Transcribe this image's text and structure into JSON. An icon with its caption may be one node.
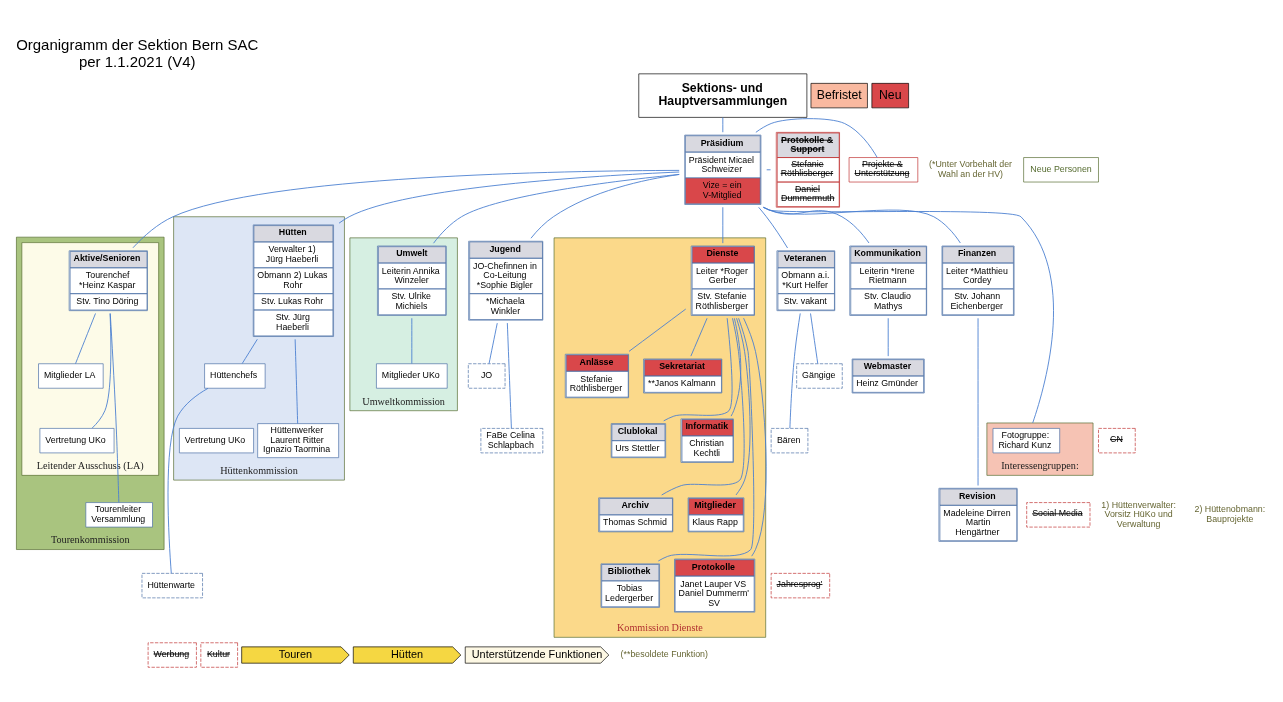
{
  "diagram": {
    "title": "Organigramm der Sektion Bern SAC per 1.1.2021 (V4)",
    "nodes": [
      {
        "text": [
          "Sektions- und Hauptversammlungen"
        ]
      },
      {
        "text": [
          "Präsidium",
          "Präsident Micael Schweizer",
          "Vize = ein V-Mitglied"
        ]
      },
      {
        "text": [
          "Protokolle & Support",
          "Stefanie Röthlisberger",
          "Daniel Dummermuth"
        ]
      },
      {
        "text": [
          "Projekte & Unterstützung"
        ]
      },
      {
        "text": [
          "Jugend",
          "JO-Chefinnen in Co-Leitung *Sophie Bigler",
          "*Michaela Winkler"
        ]
      },
      {
        "text": [
          "JO"
        ]
      },
      {
        "text": [
          "FaBe Celina Schlapbach"
        ]
      },
      {
        "text": [
          "Veteranen",
          "Obmann a.i. *Kurt Helfer",
          "Stv. vakant"
        ]
      },
      {
        "text": [
          "Gängige"
        ]
      },
      {
        "text": [
          "Bären"
        ]
      },
      {
        "text": [
          "Tourenkommission"
        ]
      },
      {
        "text": [
          "Leitender Ausschuss (LA)"
        ],
        "in": 10
      },
      {
        "text": [
          "Aktive/Senioren",
          "Tourenchef *Heinz Kaspar",
          "Stv. Tino Döring"
        ],
        "in": 11
      },
      {
        "text": [
          "Mitglieder LA"
        ],
        "in": 11
      },
      {
        "text": [
          "Vertretung UKo"
        ],
        "in": 11
      },
      {
        "text": [
          "Tourenleiter Versammlung"
        ],
        "in": 10
      },
      {
        "text": [
          "Hüttenkommission"
        ]
      },
      {
        "text": [
          "Hütten",
          "Verwalter 1) Jürg Haeberli",
          "Obmann 2) Lukas Rohr",
          "Stv. Lukas Rohr",
          "Stv. Jürg Haeberli"
        ],
        "in": 16
      },
      {
        "text": [
          "Hüttenchefs"
        ],
        "in": 16
      },
      {
        "text": [
          "Hüttenwerker Laurent Ritter Ignazio Taormina"
        ],
        "in": 16
      },
      {
        "text": [
          "Vertretung UKo"
        ],
        "in": 16
      },
      {
        "text": [
          "Hüttenwarte"
        ]
      },
      {
        "text": [
          "Umweltkommission"
        ]
      },
      {
        "text": [
          "Umwelt",
          "Leiterin Annika Winzeler",
          "Stv. Ulrike Michiels"
        ],
        "in": 22
      },
      {
        "text": [
          "Mitglieder UKo"
        ],
        "in": 22
      },
      {
        "text": [
          "Kommunikation",
          "Leiterin *Irene Rietmann",
          "Stv. Claudio Mathys"
        ]
      },
      {
        "text": [
          "Webmaster",
          "Heinz Gmünder"
        ]
      },
      {
        "text": [
          "CN"
        ]
      },
      {
        "text": [
          "Social Media"
        ]
      },
      {
        "text": [
          "Jahresprog'"
        ]
      },
      {
        "text": [
          "Werbung"
        ]
      },
      {
        "text": [
          "Kultur"
        ]
      },
      {
        "text": [
          "Finanzen",
          "Leiter *Matthieu Cordey",
          "Stv. Johann Eichenberger"
        ]
      },
      {
        "text": [
          "Revision",
          "Madeleine Dirren Martin Hengärtner"
        ]
      },
      {
        "text": [
          "Kommission Dienste"
        ]
      },
      {
        "text": [
          "Dienste",
          "Leiter *Roger Gerber",
          "Stv. Stefanie Röthlisberger"
        ],
        "in": 34
      },
      {
        "text": [
          "Anlässe",
          "Stefanie Röthlisberger"
        ],
        "in": 34
      },
      {
        "text": [
          "Sekretariat",
          "**Janos Kalmann"
        ],
        "in": 34
      },
      {
        "text": [
          "Clublokal",
          "Urs Stettler"
        ],
        "in": 34
      },
      {
        "text": [
          "Informatik",
          "Christian Kechtli"
        ],
        "in": 34
      },
      {
        "text": [
          "Archiv",
          "Thomas Schmid"
        ],
        "in": 34
      },
      {
        "text": [
          "Mitglieder",
          "Klaus Rapp"
        ],
        "in": 34
      },
      {
        "text": [
          "Bibliothek",
          "Tobias Ledergerber"
        ],
        "in": 34
      },
      {
        "text": [
          "Protokolle",
          "Janet Lauper VS Daniel Dummerm' SV"
        ],
        "in": 34
      },
      {
        "text": [
          "Interessengruppen:"
        ]
      },
      {
        "text": [
          "Fotogruppe: Richard Kunz"
        ],
        "in": 44
      },
      {
        "text": [
          "Touren"
        ]
      },
      {
        "text": [
          "Hütten"
        ]
      },
      {
        "text": [
          "Unterstützende Funktionen"
        ]
      }
    ],
    "edges": [
      {
        "from": 0,
        "to": 1,
        "arrow": "none"
      },
      {
        "from": 1,
        "to": 2,
        "arrow": "none"
      },
      {
        "from": 1,
        "to": 3,
        "arrow": "none"
      },
      {
        "from": 1,
        "to": 4,
        "arrow": "none"
      },
      {
        "from": 1,
        "to": 7,
        "arrow": "none"
      },
      {
        "from": 1,
        "to": 12,
        "arrow": "none"
      },
      {
        "from": 1,
        "to": 17,
        "arrow": "none"
      },
      {
        "from": 1,
        "to": 23,
        "arrow": "none"
      },
      {
        "from": 1,
        "to": 25,
        "arrow": "none"
      },
      {
        "from": 1,
        "to": 32,
        "arrow": "none"
      },
      {
        "from": 1,
        "to": 35,
        "arrow": "none"
      },
      {
        "from": 1,
        "to": 44,
        "arrow": "none"
      },
      {
        "from": 4,
        "to": 5,
        "arrow": "none"
      },
      {
        "from": 4,
        "to": 6,
        "arrow": "none"
      },
      {
        "from": 7,
        "to": 8,
        "arrow": "none"
      },
      {
        "from": 7,
        "to": 9,
        "arrow": "none"
      },
      {
        "from": 12,
        "to": 13,
        "arrow": "none"
      },
      {
        "from": 12,
        "to": 14,
        "arrow": "none"
      },
      {
        "from": 12,
        "to": 15,
        "arrow": "none"
      },
      {
        "from": 17,
        "to": 18,
        "arrow": "none"
      },
      {
        "from": 17,
        "to": 19,
        "arrow": "none"
      },
      {
        "from": 18,
        "to": 21,
        "arrow": "none"
      },
      {
        "from": 23,
        "to": 24,
        "arrow": "none"
      },
      {
        "from": 25,
        "to": 26,
        "arrow": "none"
      },
      {
        "from": 32,
        "to": 33,
        "arrow": "none"
      },
      {
        "from": 35,
        "to": 36,
        "arrow": "none"
      },
      {
        "from": 35,
        "to": 37,
        "arrow": "none"
      },
      {
        "from": 35,
        "to": 38,
        "arrow": "none"
      },
      {
        "from": 35,
        "to": 39,
        "arrow": "none"
      },
      {
        "from": 35,
        "to": 40,
        "arrow": "none"
      },
      {
        "from": 35,
        "to": 41,
        "arrow": "none"
      },
      {
        "from": 35,
        "to": 42,
        "arrow": "none"
      },
      {
        "from": 35,
        "to": 43,
        "arrow": "none"
      }
    ],
    "labels": [
      "(*Unter Vorbehalt der Wahl an der HV)",
      "1) Hüttenverwalter: Vorsitz HüKo und Verwaltung",
      "2) Hüttenobmann: Bauprojekte",
      "(**besoldete Funktion)"
    ],
    "legend": [
      {
        "text": "Befristet",
        "color": "#f9b9a0"
      },
      {
        "text": "Neu",
        "color": "#d9474a"
      },
      {
        "text": "Neue Personen"
      }
    ]
  }
}
